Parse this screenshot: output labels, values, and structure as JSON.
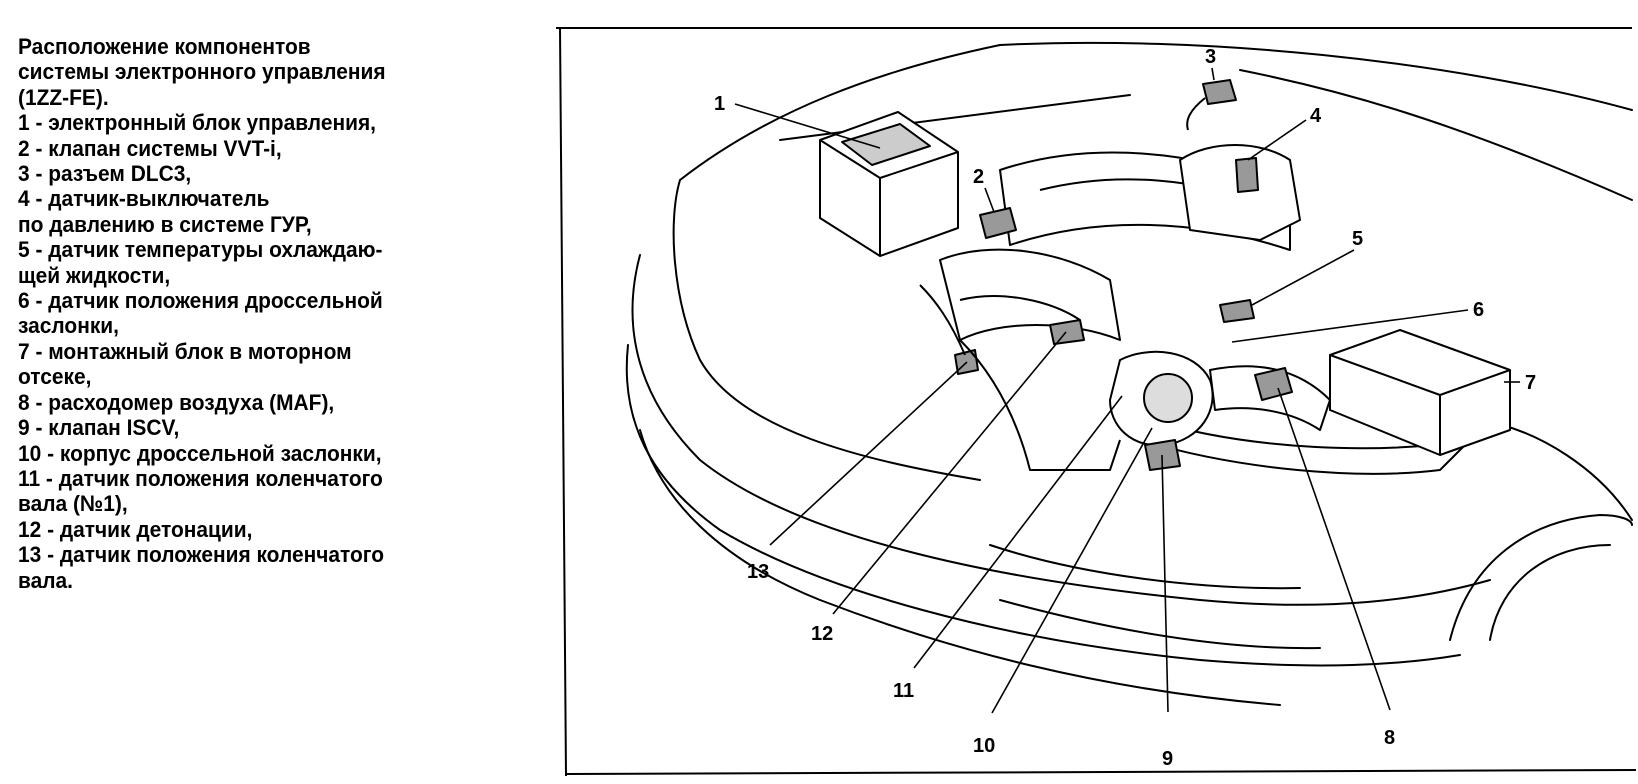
{
  "legend": {
    "title_lines": [
      "Расположение компонентов",
      "системы электронного управления",
      "(1ZZ-FE)."
    ],
    "items": [
      {
        "lines": [
          "1 - электронный блок управления,"
        ]
      },
      {
        "lines": [
          "2 - клапан системы VVT-i,"
        ]
      },
      {
        "lines": [
          "3 - разъем DLC3,"
        ]
      },
      {
        "lines": [
          "4 - датчик-выключатель",
          "по давлению в системе ГУР,"
        ]
      },
      {
        "lines": [
          "5 - датчик температуры охлаждаю-",
          "щей жидкости,"
        ]
      },
      {
        "lines": [
          "6 - датчик положения дроссельной",
          "заслонки,"
        ]
      },
      {
        "lines": [
          "7 - монтажный блок в моторном",
          "отсеке,"
        ]
      },
      {
        "lines": [
          "8 - расходомер воздуха (MAF),"
        ]
      },
      {
        "lines": [
          "9 - клапан ISCV,"
        ]
      },
      {
        "lines": [
          "10 - корпус дроссельной заслонки,"
        ]
      },
      {
        "lines": [
          "11 - датчик положения коленчатого",
          "вала (№1),"
        ]
      },
      {
        "lines": [
          "12 - датчик детонации,"
        ]
      },
      {
        "lines": [
          "13 - датчик положения коленчатого",
          "вала."
        ]
      }
    ]
  },
  "diagram": {
    "callouts": {
      "n1": "1",
      "n2": "2",
      "n3": "3",
      "n4": "4",
      "n5": "5",
      "n6": "6",
      "n7": "7",
      "n8": "8",
      "n9": "9",
      "n10": "10",
      "n11": "11",
      "n12": "12",
      "n13": "13"
    }
  }
}
